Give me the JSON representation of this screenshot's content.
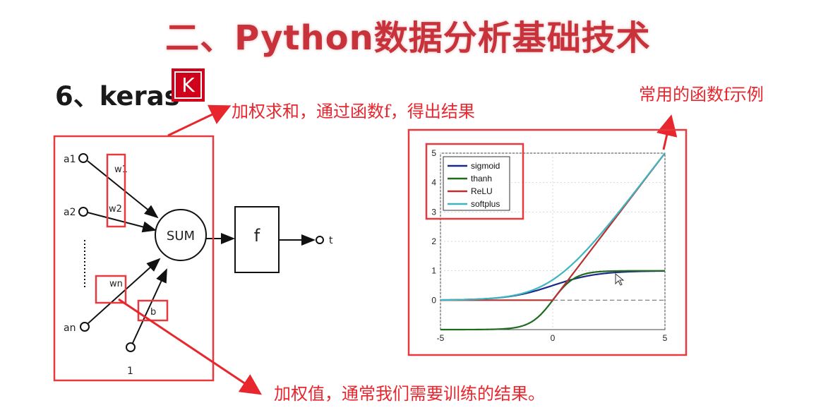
{
  "header": {
    "title": "二、Python数据分析基础技术",
    "subtitle": "6、keras",
    "logo_letter": "K"
  },
  "annotations": {
    "sum_note": "加权求和，通过函数f，得出结果",
    "function_note": "常用的函数f示例",
    "weight_note": "加权值，通常我们需要训练的结果。"
  },
  "neuron": {
    "inputs": [
      "a1",
      "a2",
      "an"
    ],
    "weights": [
      "w1",
      "w2",
      "wn"
    ],
    "bias_label": "b",
    "bias_input": "1",
    "sum_label": "SUM",
    "function_label": "f",
    "output_label": "t"
  },
  "colors": {
    "title": "#c8323a",
    "annotation": "#e8262d",
    "highlight_box": "#e63a3f"
  },
  "chart_data": {
    "type": "line",
    "xlim": [
      -5,
      5
    ],
    "ylim": [
      -1,
      5
    ],
    "x_ticks": [
      "-5",
      "0",
      "5"
    ],
    "y_ticks": [
      "0",
      "1",
      "2",
      "3",
      "4",
      "5"
    ],
    "legend_position": "top-left",
    "grid": true,
    "series": [
      {
        "name": "sigmoid",
        "color": "#1c2a86",
        "x": [
          -5,
          -4,
          -3,
          -2,
          -1,
          0,
          1,
          2,
          3,
          4,
          5
        ],
        "y": [
          0.007,
          0.018,
          0.047,
          0.119,
          0.269,
          0.5,
          0.731,
          0.881,
          0.953,
          0.982,
          0.993
        ]
      },
      {
        "name": "thanh",
        "color": "#1f6b1f",
        "x": [
          -5,
          -4,
          -3,
          -2,
          -1,
          0,
          1,
          2,
          3,
          4,
          5
        ],
        "y": [
          -1.0,
          -0.999,
          -0.995,
          -0.964,
          -0.762,
          0.0,
          0.762,
          0.964,
          0.995,
          0.999,
          1.0
        ]
      },
      {
        "name": "ReLU",
        "color": "#b83030",
        "x": [
          -5,
          -4,
          -3,
          -2,
          -1,
          0,
          1,
          2,
          3,
          4,
          5
        ],
        "y": [
          0,
          0,
          0,
          0,
          0,
          0,
          1,
          2,
          3,
          4,
          5
        ]
      },
      {
        "name": "softplus",
        "color": "#3fb6bf",
        "x": [
          -5,
          -4,
          -3,
          -2,
          -1,
          0,
          1,
          2,
          3,
          4,
          5
        ],
        "y": [
          0.007,
          0.018,
          0.049,
          0.127,
          0.313,
          0.693,
          1.313,
          2.127,
          3.049,
          4.018,
          5.007
        ]
      }
    ]
  }
}
